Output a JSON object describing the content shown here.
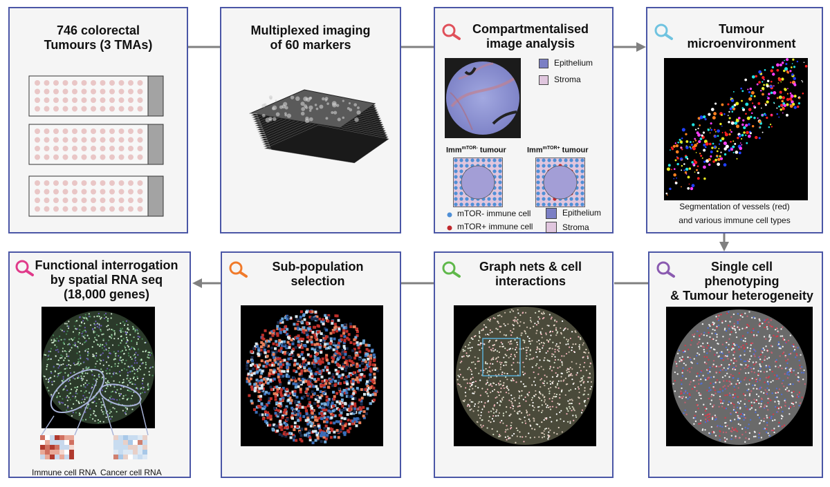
{
  "panels": {
    "p1": {
      "title": "746 colorectal\nTumours (3 TMAs)"
    },
    "p2": {
      "title": "Multiplexed imaging\nof 60 markers"
    },
    "p3": {
      "title": "Compartmentalised\nimage analysis",
      "legend_top": [
        "Epithelium",
        "Stroma"
      ],
      "imm_minus": "Imm",
      "imm_minus_sup": "mTOR-",
      "imm_minus_tail": " tumour",
      "imm_plus": "Imm",
      "imm_plus_sup": "mTOR+",
      "imm_plus_tail": " tumour",
      "legend_bottom_left": [
        "mTOR- immune cell",
        "mTOR+ immune cell"
      ],
      "legend_bottom_right": [
        "Epithelium",
        "Stroma"
      ]
    },
    "p4": {
      "title": "Tumour\nmicroenvironment",
      "caption": "Segmentation of vessels (red)\nand various immune cell types"
    },
    "p5": {
      "title": "Single cell\nphenotyping\n& Tumour heterogeneity"
    },
    "p6": {
      "title": "Graph nets & cell\ninteractions"
    },
    "p7": {
      "title": "Sub-population\nselection"
    },
    "p8": {
      "title": "Functional interrogation\nby spatial RNA seq\n(18,000 genes)",
      "label_immune": "Immune cell RNA",
      "label_cancer": "Cancer cell RNA"
    }
  },
  "colors": {
    "border": "#4a56a6",
    "epithelium": "#7b7fc4",
    "stroma": "#e0c6de",
    "mtor_neg": "#4f8fd6",
    "mtor_pos": "#c0282d",
    "mag_red": "#e0505a",
    "mag_lightblue": "#6fc3e0",
    "mag_purple": "#8a5ab0",
    "mag_green": "#5fb84a",
    "mag_orange": "#f07a2a",
    "mag_pink": "#e03a8a"
  }
}
